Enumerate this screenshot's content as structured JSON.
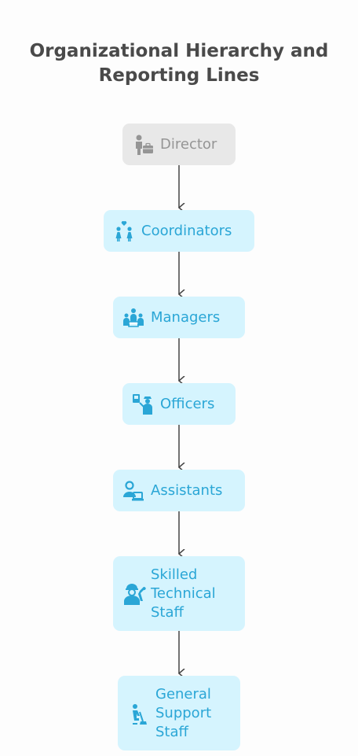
{
  "title": {
    "line1": "Organizational Hierarchy and",
    "line2": "Reporting Lines"
  },
  "colors": {
    "top_node_bg": "#e8e8e8",
    "top_node_text": "#959595",
    "node_bg": "#d5f4fe",
    "node_text": "#2aa6d6",
    "arrow": "#444444",
    "title_text": "#4a4a4a"
  },
  "nodes": [
    {
      "label": "Director",
      "icon": "businessman-briefcase-icon"
    },
    {
      "label": "Coordinators",
      "icon": "people-heart-icon"
    },
    {
      "label": "Managers",
      "icon": "meeting-group-icon"
    },
    {
      "label": "Officers",
      "icon": "officer-badge-icon"
    },
    {
      "label": "Assistants",
      "icon": "assistant-laptop-icon"
    },
    {
      "label": "Skilled\nTechnical\nStaff",
      "icon": "worker-wrench-icon"
    },
    {
      "label": "General\nSupport\nStaff",
      "icon": "cleaner-broom-icon"
    }
  ]
}
